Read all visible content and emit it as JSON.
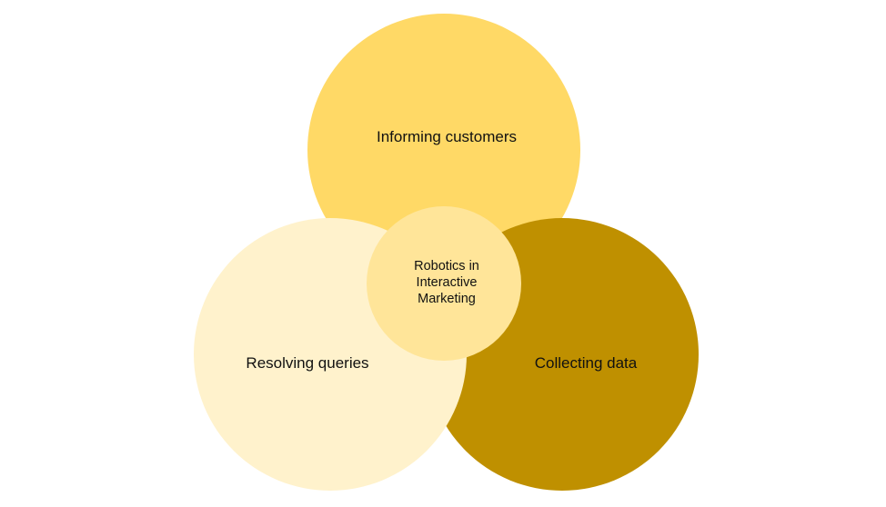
{
  "diagram": {
    "center": {
      "label": "Robotics in Interactive Marketing",
      "color": "#FFE599"
    },
    "circles": [
      {
        "label": "Informing customers",
        "color": "#FFD966"
      },
      {
        "label": "Collecting data",
        "color": "#BF9000"
      },
      {
        "label": "Resolving queries",
        "color": "#FFF2CC"
      }
    ]
  }
}
